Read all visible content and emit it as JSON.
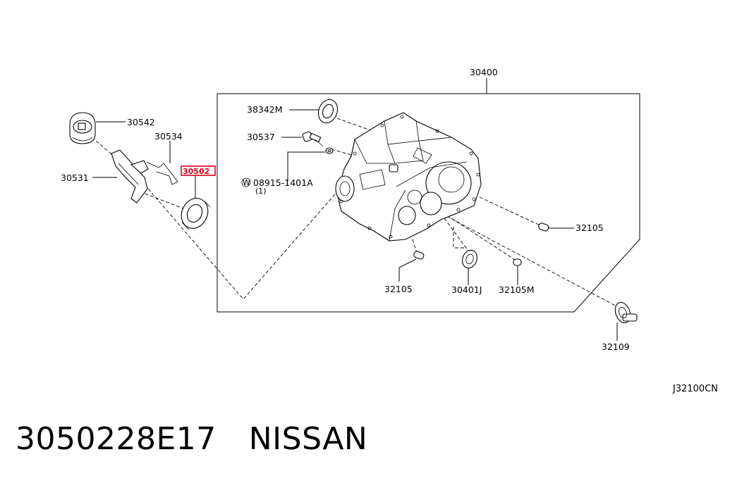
{
  "diagram": {
    "assembly_label": "30400",
    "callouts": {
      "bearing_30542": "30542",
      "fork_30531": "30531",
      "clip_30534": "30534",
      "bearing_highlight": "30502",
      "oil_seal_38342m": "38342M",
      "bolt_30537": "30537",
      "washer_part": "08915-1401A",
      "washer_qty": "(1)",
      "washer_prefix": "W",
      "pin_32105_right": "32105",
      "pin_32105_bottom": "32105",
      "seal_30401j": "30401J",
      "pin_32105m": "32105M",
      "bearing_32109": "32109"
    },
    "reference_code": "J32100CN"
  },
  "footer": {
    "part_number": "3050228E17",
    "brand": "NISSAN"
  }
}
